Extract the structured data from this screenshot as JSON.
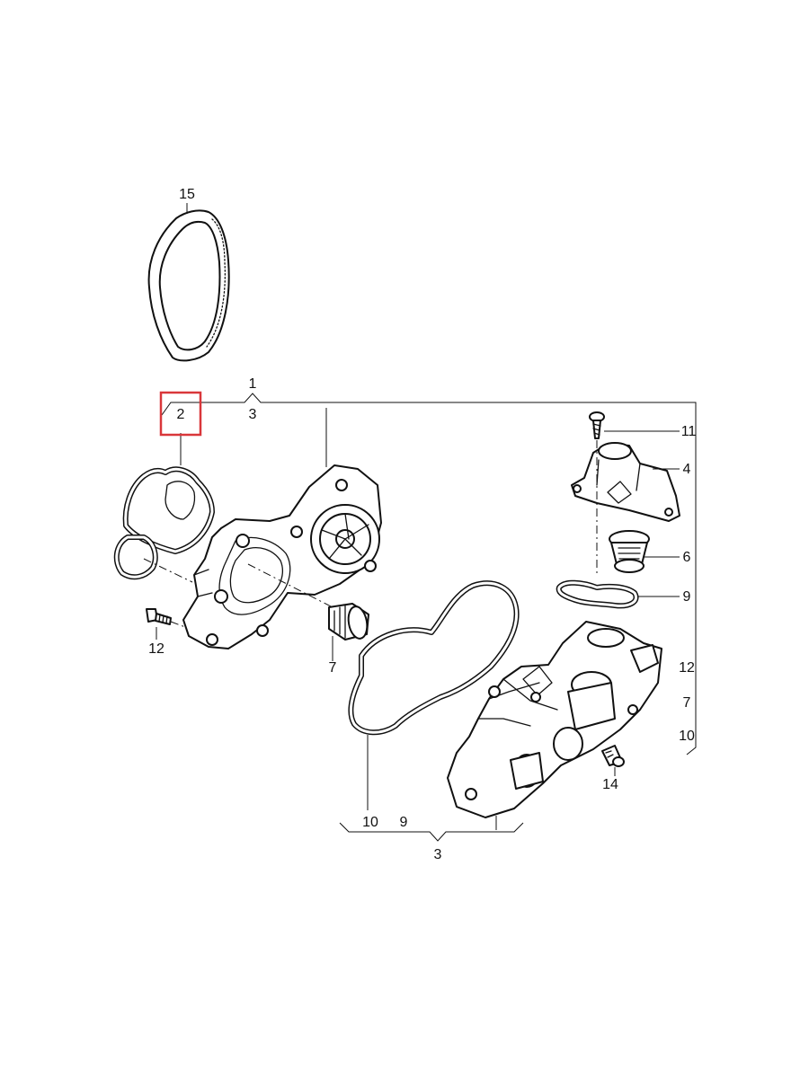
{
  "callouts": {
    "c15": "15",
    "c1": "1",
    "c2": "2",
    "c3_top": "3",
    "c11": "11",
    "c4": "4",
    "c6": "6",
    "c9_right": "9",
    "c12_right": "12",
    "c7_right": "7",
    "c10_right": "10",
    "c12_left": "12",
    "c7_bottom": "7",
    "c14": "14",
    "c10_bottom": "10",
    "c9_bottom": "9",
    "c3_bottom": "3"
  },
  "highlight_color": "#d9373a",
  "highlighted_callout": "2"
}
